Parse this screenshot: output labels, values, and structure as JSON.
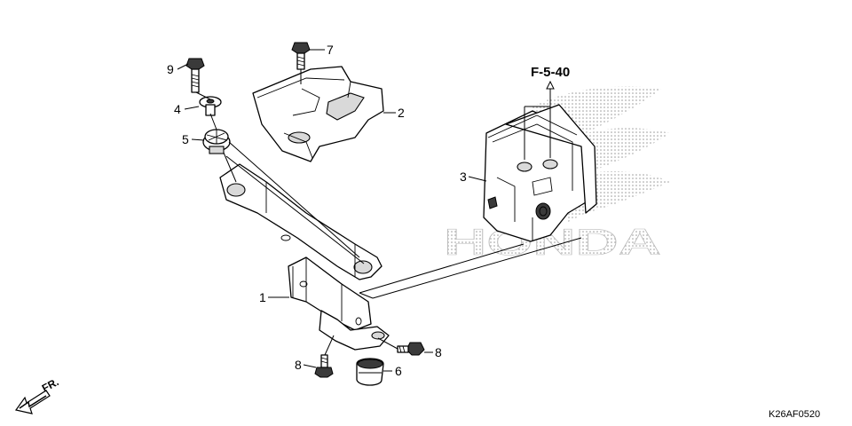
{
  "diagram": {
    "reference": "F-5-40",
    "drawing_code": "K26AF0520",
    "front_marker": "FR.",
    "watermark": "HONDA",
    "callouts": {
      "c1": "1",
      "c2": "2",
      "c3": "3",
      "c4": "4",
      "c5": "5",
      "c6": "6",
      "c7": "7",
      "c8a": "8",
      "c8b": "8",
      "c9": "9"
    }
  }
}
